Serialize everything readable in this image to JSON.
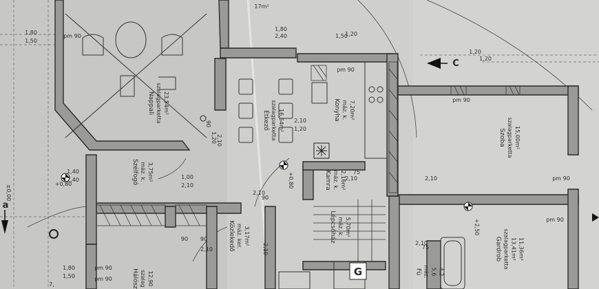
{
  "rooms": [
    {
      "id": "nappali",
      "lines": [
        "Nappali",
        "szalagparketta",
        "23,54m²"
      ]
    },
    {
      "id": "etkezo",
      "lines": [
        "Étkező",
        "szalagparketta",
        "16,64m²"
      ]
    },
    {
      "id": "konyha",
      "lines": [
        "Konyha",
        "máz. k.",
        "7,20m²"
      ]
    },
    {
      "id": "szoba",
      "lines": [
        "Szoba",
        "szalagparketta",
        "15,00m²"
      ]
    },
    {
      "id": "szelfogo",
      "lines": [
        "Szélfogó",
        "máz. k.",
        "3,75m²"
      ]
    },
    {
      "id": "kamra",
      "lines": [
        "Kamra",
        "máz. k.",
        "2,16m²"
      ]
    },
    {
      "id": "lepcsohaz",
      "lines": [
        "Lépcsőház",
        "máz. k.",
        "5,70m²"
      ]
    },
    {
      "id": "kozlekedo",
      "lines": [
        "Közlekedő",
        "máz. ker.",
        "3,17m²"
      ]
    },
    {
      "id": "gardrob",
      "lines": [
        "Gardrob",
        "szalagparketta",
        "13,41m²",
        "11,36m²"
      ]
    },
    {
      "id": "furdo",
      "lines": [
        "Fü",
        "máz.",
        "5,6",
        "4,2"
      ]
    },
    {
      "id": "haloszoba",
      "lines": [
        "Hálósz",
        "szalag",
        "12,90"
      ]
    }
  ],
  "dims": [
    "1,80",
    "1,50",
    "pm 90",
    "1,80",
    "2,40",
    "1,20",
    "1,50",
    "1,20",
    "pm 90",
    "1,20",
    "2,10",
    "1,20",
    "90",
    "pm 90",
    "1,20",
    "2,10",
    "1,40",
    "2,40",
    "1,00",
    "2,10",
    "75",
    "2,10",
    "90",
    "2,10",
    "pm 90",
    "pm 90",
    "2,10",
    "90",
    "90",
    "2,10",
    "75",
    "2,10",
    "1,80",
    "1,50",
    "pm 90",
    "pm 90",
    "+0,80",
    "±0,00",
    "+0,80",
    "+2,50",
    "17m²",
    "2,10",
    "7,"
  ],
  "section_mark": "C",
  "section_mark_left": "a",
  "stair_label": "G"
}
